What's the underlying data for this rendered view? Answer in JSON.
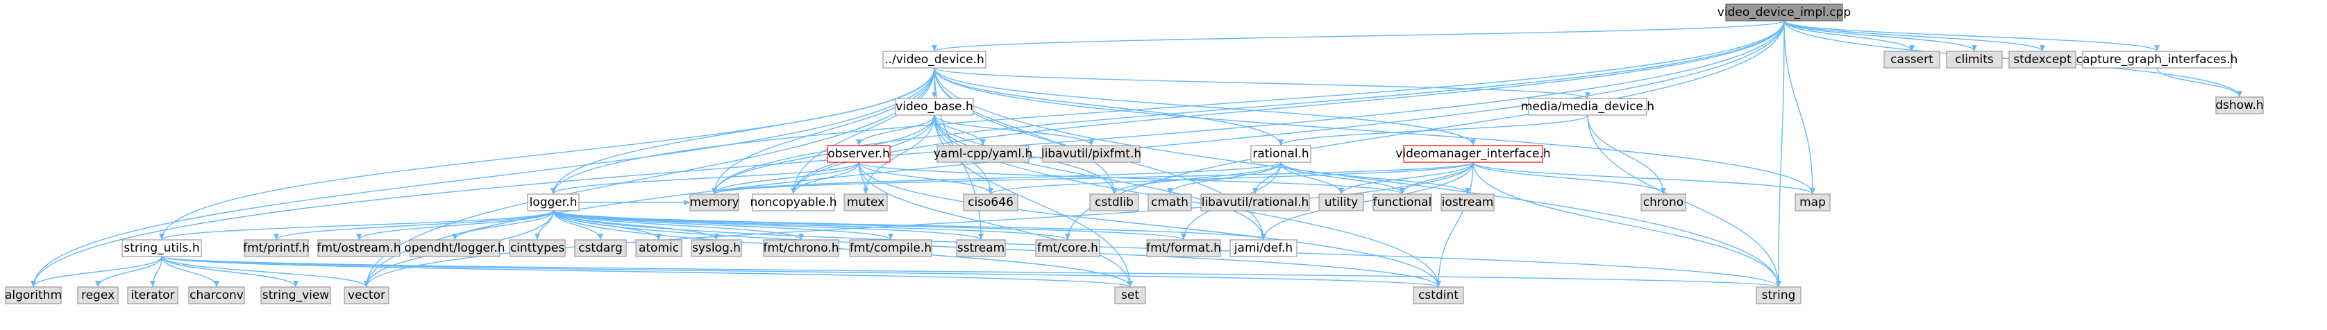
{
  "colors": {
    "edge": "#63b8ff",
    "border": "#999999",
    "root_fill": "#999999",
    "sys_fill": "#e0e0e0",
    "local_fill": "#ffffff",
    "highlight_border": "#ff0000",
    "text": "#000000"
  },
  "nodes": [
    {
      "id": "root",
      "label": "video_device_impl.cpp",
      "kind": "root"
    },
    {
      "id": "cassert",
      "label": "cassert",
      "kind": "sys"
    },
    {
      "id": "climits",
      "label": "climits",
      "kind": "sys"
    },
    {
      "id": "stdexcept",
      "label": "stdexcept",
      "kind": "sys"
    },
    {
      "id": "capture_graph",
      "label": "capture_graph_interfaces.h",
      "kind": "local"
    },
    {
      "id": "dshow",
      "label": "dshow.h",
      "kind": "sys"
    },
    {
      "id": "video_device",
      "label": "../video_device.h",
      "kind": "local"
    },
    {
      "id": "video_base",
      "label": "video_base.h",
      "kind": "local"
    },
    {
      "id": "media_device",
      "label": "media/media_device.h",
      "kind": "local"
    },
    {
      "id": "observer",
      "label": "observer.h",
      "kind": "highlight"
    },
    {
      "id": "yamlcpp",
      "label": "yaml-cpp/yaml.h",
      "kind": "sys"
    },
    {
      "id": "pixfmt",
      "label": "libavutil/pixfmt.h",
      "kind": "sys"
    },
    {
      "id": "rational",
      "label": "rational.h",
      "kind": "local"
    },
    {
      "id": "vminterface",
      "label": "videomanager_interface.h",
      "kind": "highlight"
    },
    {
      "id": "memory",
      "label": "memory",
      "kind": "sys"
    },
    {
      "id": "noncopyable",
      "label": "noncopyable.h",
      "kind": "local"
    },
    {
      "id": "mutex",
      "label": "mutex",
      "kind": "sys"
    },
    {
      "id": "ciso646",
      "label": "ciso646",
      "kind": "sys"
    },
    {
      "id": "cstdlib",
      "label": "cstdlib",
      "kind": "sys"
    },
    {
      "id": "cmath",
      "label": "cmath",
      "kind": "sys"
    },
    {
      "id": "avrational",
      "label": "libavutil/rational.h",
      "kind": "sys"
    },
    {
      "id": "utility",
      "label": "utility",
      "kind": "sys"
    },
    {
      "id": "functional",
      "label": "functional",
      "kind": "sys"
    },
    {
      "id": "iostream",
      "label": "iostream",
      "kind": "sys"
    },
    {
      "id": "chrono",
      "label": "chrono",
      "kind": "sys"
    },
    {
      "id": "map",
      "label": "map",
      "kind": "sys"
    },
    {
      "id": "logger",
      "label": "logger.h",
      "kind": "local"
    },
    {
      "id": "string_utils",
      "label": "string_utils.h",
      "kind": "local"
    },
    {
      "id": "fmtprintf",
      "label": "fmt/printf.h",
      "kind": "sys"
    },
    {
      "id": "fmtostream",
      "label": "fmt/ostream.h",
      "kind": "sys"
    },
    {
      "id": "openhtlogger",
      "label": "opendht/logger.h",
      "kind": "sys"
    },
    {
      "id": "cinttypes",
      "label": "cinttypes",
      "kind": "sys"
    },
    {
      "id": "cstdarg",
      "label": "cstdarg",
      "kind": "sys"
    },
    {
      "id": "atomic",
      "label": "atomic",
      "kind": "sys"
    },
    {
      "id": "syslog",
      "label": "syslog.h",
      "kind": "sys"
    },
    {
      "id": "fmtchrono",
      "label": "fmt/chrono.h",
      "kind": "sys"
    },
    {
      "id": "fmtcompile",
      "label": "fmt/compile.h",
      "kind": "sys"
    },
    {
      "id": "sstream",
      "label": "sstream",
      "kind": "sys"
    },
    {
      "id": "fmtcore",
      "label": "fmt/core.h",
      "kind": "sys"
    },
    {
      "id": "fmtformat",
      "label": "fmt/format.h",
      "kind": "sys"
    },
    {
      "id": "jamidef",
      "label": "jami/def.h",
      "kind": "local"
    },
    {
      "id": "algorithm",
      "label": "algorithm",
      "kind": "sys"
    },
    {
      "id": "regex",
      "label": "regex",
      "kind": "sys"
    },
    {
      "id": "iterator",
      "label": "iterator",
      "kind": "sys"
    },
    {
      "id": "charconv",
      "label": "charconv",
      "kind": "sys"
    },
    {
      "id": "string_view",
      "label": "string_view",
      "kind": "sys"
    },
    {
      "id": "vector",
      "label": "vector",
      "kind": "sys"
    },
    {
      "id": "set",
      "label": "set",
      "kind": "sys"
    },
    {
      "id": "cstdint",
      "label": "cstdint",
      "kind": "sys"
    },
    {
      "id": "string",
      "label": "string",
      "kind": "sys"
    }
  ],
  "edges": [
    [
      "root",
      "cassert"
    ],
    [
      "root",
      "climits"
    ],
    [
      "root",
      "stdexcept"
    ],
    [
      "root",
      "capture_graph"
    ],
    [
      "root",
      "dshow"
    ],
    [
      "root",
      "video_device"
    ],
    [
      "root",
      "map"
    ],
    [
      "root",
      "string"
    ],
    [
      "root",
      "logger"
    ],
    [
      "root",
      "memory"
    ],
    [
      "root",
      "algorithm"
    ],
    [
      "root",
      "vector"
    ],
    [
      "root",
      "noncopyable"
    ],
    [
      "root",
      "fmtcore"
    ],
    [
      "capture_graph",
      "dshow"
    ],
    [
      "video_device",
      "video_base"
    ],
    [
      "video_device",
      "media_device"
    ],
    [
      "video_device",
      "rational"
    ],
    [
      "video_device",
      "vminterface"
    ],
    [
      "video_device",
      "logger"
    ],
    [
      "video_device",
      "string_utils"
    ],
    [
      "video_device",
      "memory"
    ],
    [
      "video_device",
      "noncopyable"
    ],
    [
      "video_device",
      "map"
    ],
    [
      "video_device",
      "string"
    ],
    [
      "video_device",
      "vector"
    ],
    [
      "video_device",
      "cstdlib"
    ],
    [
      "video_device",
      "algorithm"
    ],
    [
      "video_device",
      "jamidef"
    ],
    [
      "video_device",
      "sstream"
    ],
    [
      "video_base",
      "observer"
    ],
    [
      "video_base",
      "yamlcpp"
    ],
    [
      "video_base",
      "pixfmt"
    ],
    [
      "video_base",
      "memory"
    ],
    [
      "video_base",
      "noncopyable"
    ],
    [
      "video_base",
      "mutex"
    ],
    [
      "video_base",
      "ciso646"
    ],
    [
      "video_base",
      "cstdlib"
    ],
    [
      "video_base",
      "cstdint"
    ],
    [
      "video_base",
      "set"
    ],
    [
      "video_base",
      "jamidef"
    ],
    [
      "media_device",
      "rational"
    ],
    [
      "media_device",
      "chrono"
    ],
    [
      "media_device",
      "string"
    ],
    [
      "observer",
      "logger"
    ],
    [
      "observer",
      "memory"
    ],
    [
      "observer",
      "noncopyable"
    ],
    [
      "observer",
      "mutex"
    ],
    [
      "observer",
      "ciso646"
    ],
    [
      "observer",
      "functional"
    ],
    [
      "observer",
      "set"
    ],
    [
      "observer",
      "cstdint"
    ],
    [
      "rational",
      "utility"
    ],
    [
      "rational",
      "avrational"
    ],
    [
      "rational",
      "cmath"
    ],
    [
      "rational",
      "cstdlib"
    ],
    [
      "rational",
      "iostream"
    ],
    [
      "rational",
      "functional"
    ],
    [
      "rational",
      "fmtformat"
    ],
    [
      "rational",
      "memory"
    ],
    [
      "vminterface",
      "jamidef"
    ],
    [
      "vminterface",
      "memory"
    ],
    [
      "vminterface",
      "functional"
    ],
    [
      "vminterface",
      "chrono"
    ],
    [
      "vminterface",
      "map"
    ],
    [
      "vminterface",
      "string"
    ],
    [
      "vminterface",
      "cstdint"
    ],
    [
      "vminterface",
      "vector"
    ],
    [
      "vminterface",
      "ciso646"
    ],
    [
      "vminterface",
      "utility"
    ],
    [
      "logger",
      "fmtprintf"
    ],
    [
      "logger",
      "fmtostream"
    ],
    [
      "logger",
      "openhtlogger"
    ],
    [
      "logger",
      "cinttypes"
    ],
    [
      "logger",
      "cstdarg"
    ],
    [
      "logger",
      "atomic"
    ],
    [
      "logger",
      "syslog"
    ],
    [
      "logger",
      "fmtchrono"
    ],
    [
      "logger",
      "fmtcompile"
    ],
    [
      "logger",
      "sstream"
    ],
    [
      "logger",
      "fmtcore"
    ],
    [
      "logger",
      "fmtformat"
    ],
    [
      "logger",
      "jamidef"
    ],
    [
      "logger",
      "string_utils"
    ],
    [
      "logger",
      "string"
    ],
    [
      "logger",
      "cstdint"
    ],
    [
      "logger",
      "vector"
    ],
    [
      "logger",
      "set"
    ],
    [
      "logger",
      "memory"
    ],
    [
      "string_utils",
      "algorithm"
    ],
    [
      "string_utils",
      "regex"
    ],
    [
      "string_utils",
      "iterator"
    ],
    [
      "string_utils",
      "charconv"
    ],
    [
      "string_utils",
      "string_view"
    ],
    [
      "string_utils",
      "vector"
    ],
    [
      "string_utils",
      "set"
    ],
    [
      "string_utils",
      "cstdint"
    ],
    [
      "string_utils",
      "string"
    ]
  ]
}
